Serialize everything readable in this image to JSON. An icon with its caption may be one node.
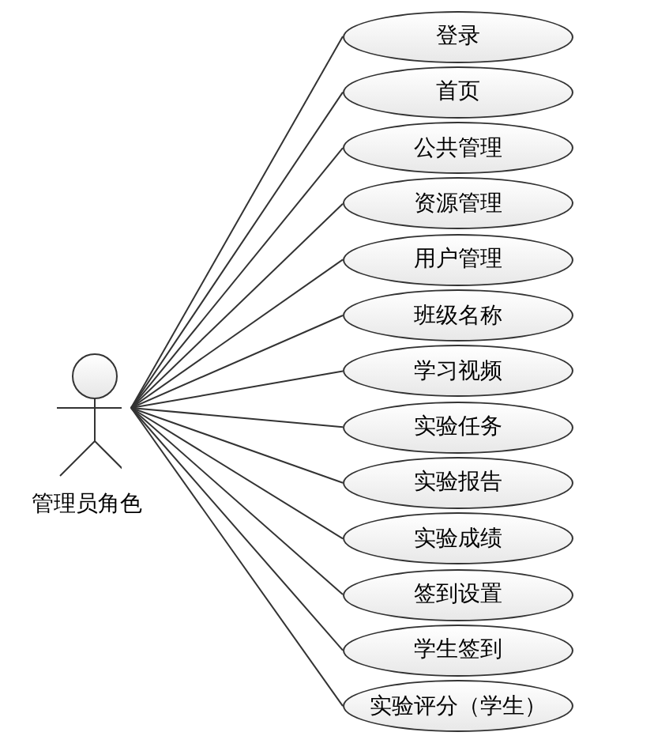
{
  "diagram": {
    "nodes": [
      {
        "text": [
          "管理员角色"
        ]
      },
      {
        "text": [
          "登录"
        ]
      },
      {
        "text": [
          "首页"
        ]
      },
      {
        "text": [
          "公共管理"
        ]
      },
      {
        "text": [
          "资源管理"
        ]
      },
      {
        "text": [
          "用户管理"
        ]
      },
      {
        "text": [
          "班级名称"
        ]
      },
      {
        "text": [
          "学习视频"
        ]
      },
      {
        "text": [
          "实验任务"
        ]
      },
      {
        "text": [
          "实验报告"
        ]
      },
      {
        "text": [
          "实验成绩"
        ]
      },
      {
        "text": [
          "签到设置"
        ]
      },
      {
        "text": [
          "学生签到"
        ]
      },
      {
        "text": [
          "实验评分（学生）"
        ]
      }
    ],
    "edges": [
      {
        "from": 0,
        "to": 1,
        "arrow": "none"
      },
      {
        "from": 0,
        "to": 2,
        "arrow": "none"
      },
      {
        "from": 0,
        "to": 3,
        "arrow": "none"
      },
      {
        "from": 0,
        "to": 4,
        "arrow": "none"
      },
      {
        "from": 0,
        "to": 5,
        "arrow": "none"
      },
      {
        "from": 0,
        "to": 6,
        "arrow": "none"
      },
      {
        "from": 0,
        "to": 7,
        "arrow": "none"
      },
      {
        "from": 0,
        "to": 8,
        "arrow": "none"
      },
      {
        "from": 0,
        "to": 9,
        "arrow": "none"
      },
      {
        "from": 0,
        "to": 10,
        "arrow": "none"
      },
      {
        "from": 0,
        "to": 11,
        "arrow": "none"
      },
      {
        "from": 0,
        "to": 12,
        "arrow": "none"
      },
      {
        "from": 0,
        "to": 13,
        "arrow": "none"
      }
    ]
  }
}
